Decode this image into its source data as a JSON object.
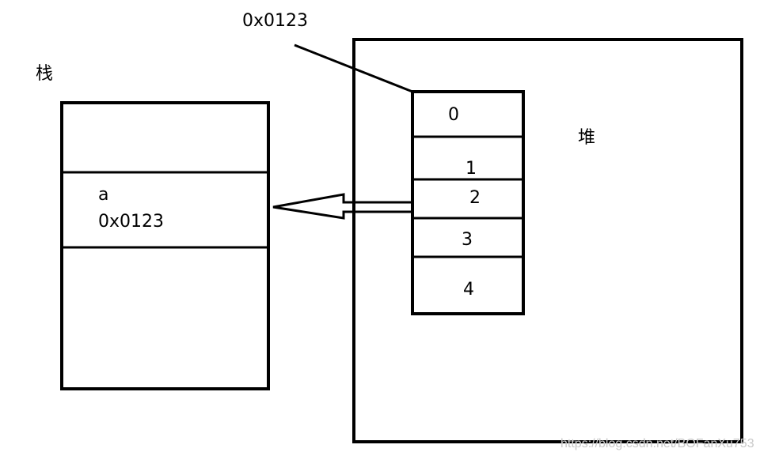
{
  "stack": {
    "label": "栈",
    "variable_name": "a",
    "variable_value": "0x0123"
  },
  "heap": {
    "label": "堆",
    "address_label": "0x0123",
    "array_cells": [
      "0",
      "1",
      "2",
      "3",
      "4"
    ]
  },
  "watermark": "https://blog.csdn.net/BOFanXu753"
}
